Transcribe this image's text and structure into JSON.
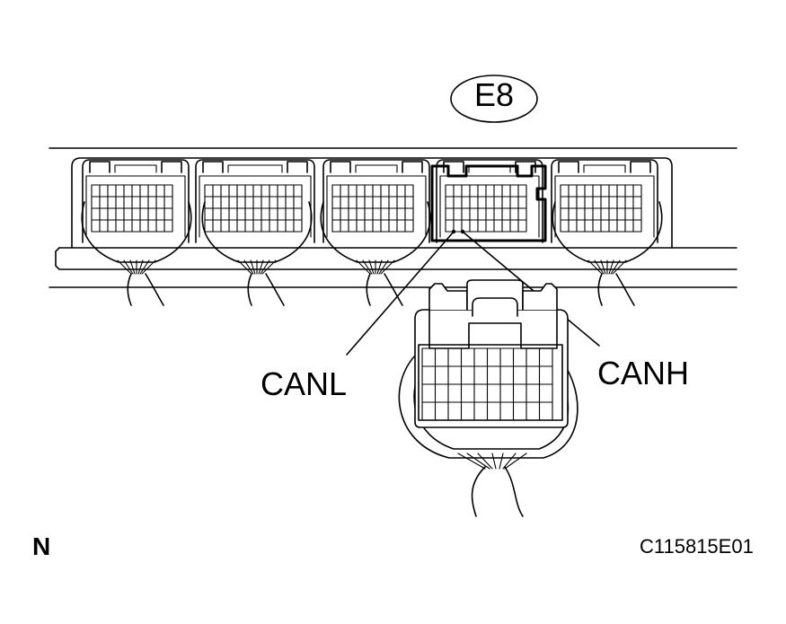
{
  "connector_id": "E8",
  "labels": {
    "canl": "CANL",
    "canh": "CANH"
  },
  "view_marker": "N",
  "figure_code": "C115815E01"
}
